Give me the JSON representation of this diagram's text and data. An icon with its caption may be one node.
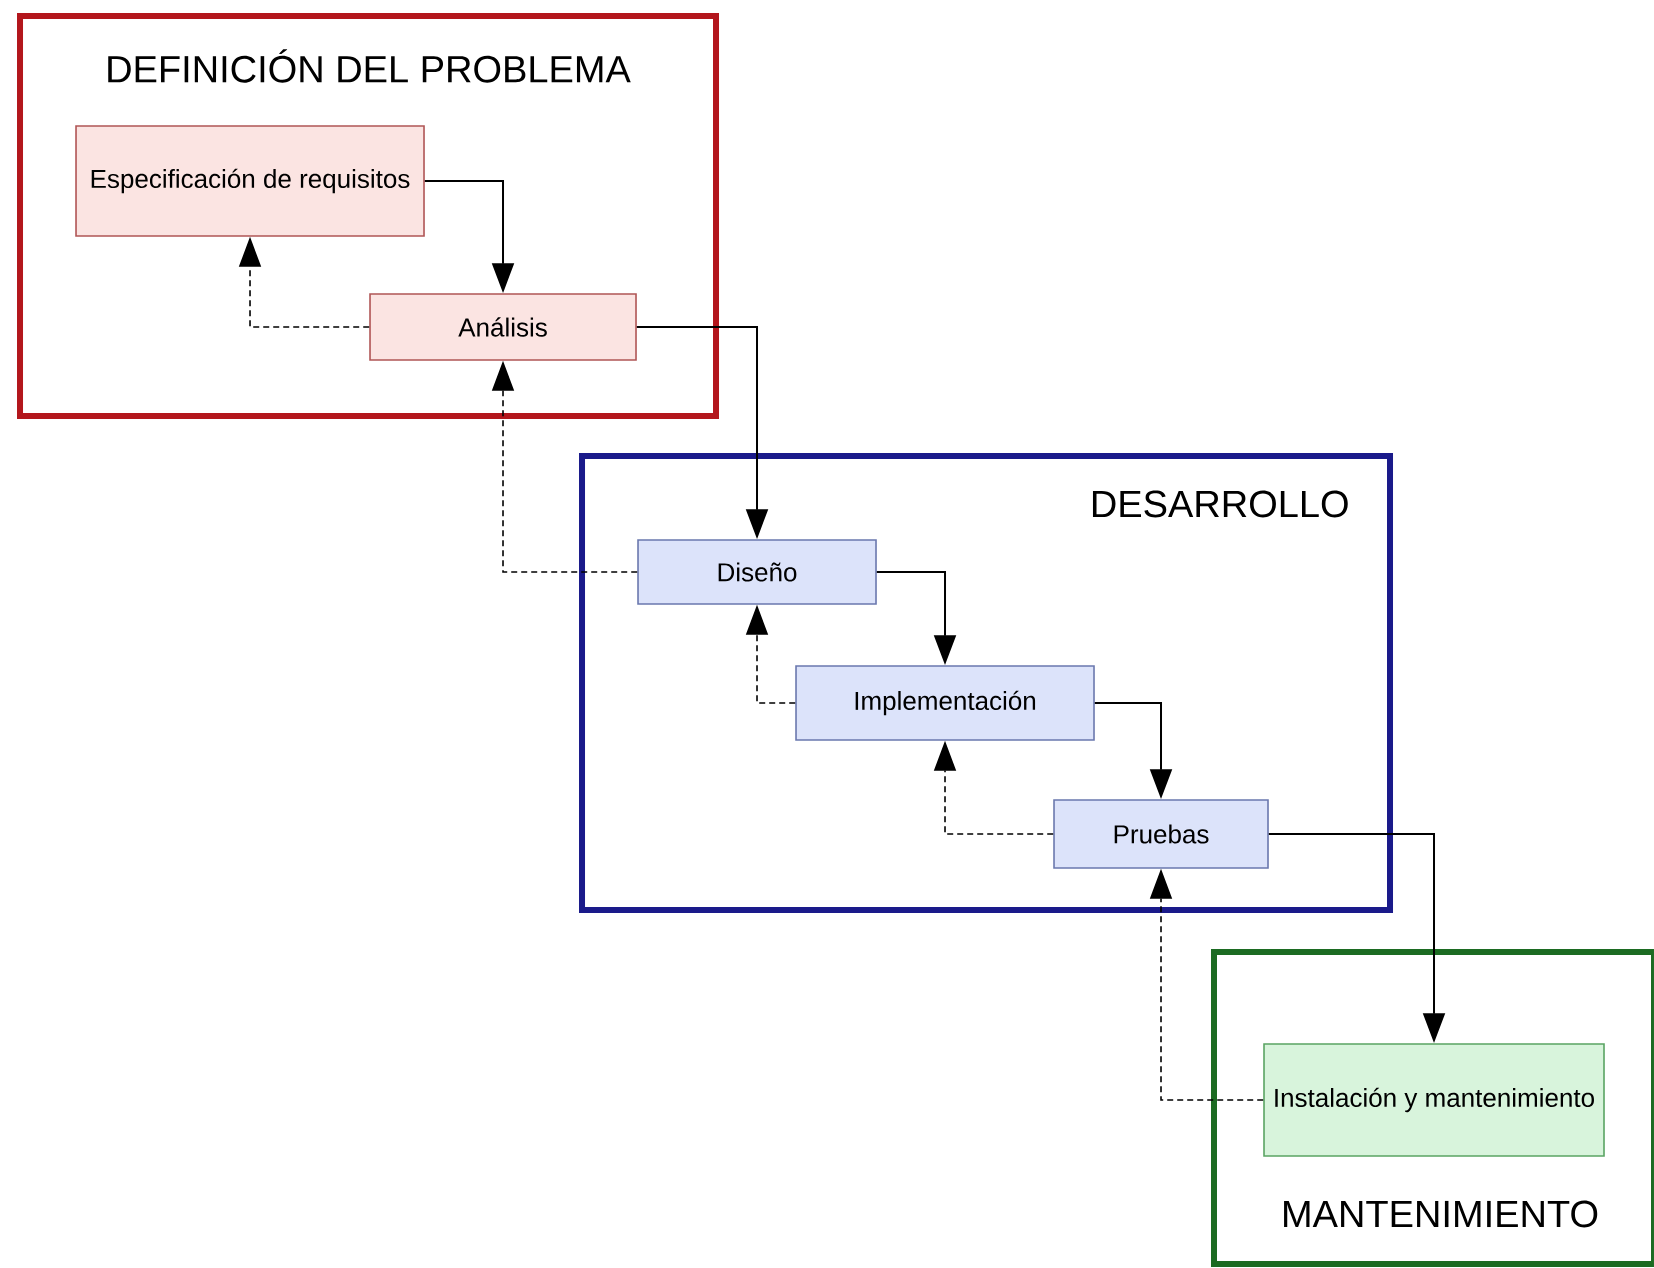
{
  "diagram": {
    "nodes": [
      {
        "text": [
          "DEFINICIÓN DEL PROBLEMA"
        ]
      },
      {
        "text": [
          "Especificación de requisitos"
        ],
        "in": 0
      },
      {
        "text": [
          "Análisis"
        ],
        "in": 0
      },
      {
        "text": [
          "DESARROLLO"
        ]
      },
      {
        "text": [
          "Diseño"
        ],
        "in": 3
      },
      {
        "text": [
          "Implementación"
        ],
        "in": 3
      },
      {
        "text": [
          "Pruebas"
        ],
        "in": 3
      },
      {
        "text": [
          "MANTENIMIENTO"
        ]
      },
      {
        "text": [
          "Instalación y mantenimiento"
        ],
        "in": 7
      }
    ],
    "edges": [
      {
        "from": 1,
        "to": 2,
        "arrow": "to"
      },
      {
        "from": 2,
        "to": 1,
        "arrow": "to",
        "style": "dashed"
      },
      {
        "from": 2,
        "to": 4,
        "arrow": "to"
      },
      {
        "from": 4,
        "to": 2,
        "arrow": "to",
        "style": "dashed"
      },
      {
        "from": 4,
        "to": 5,
        "arrow": "to"
      },
      {
        "from": 5,
        "to": 4,
        "arrow": "to",
        "style": "dashed"
      },
      {
        "from": 5,
        "to": 6,
        "arrow": "to"
      },
      {
        "from": 6,
        "to": 5,
        "arrow": "to",
        "style": "dashed"
      },
      {
        "from": 6,
        "to": 8,
        "arrow": "to"
      },
      {
        "from": 8,
        "to": 6,
        "arrow": "to",
        "style": "dashed"
      }
    ]
  }
}
